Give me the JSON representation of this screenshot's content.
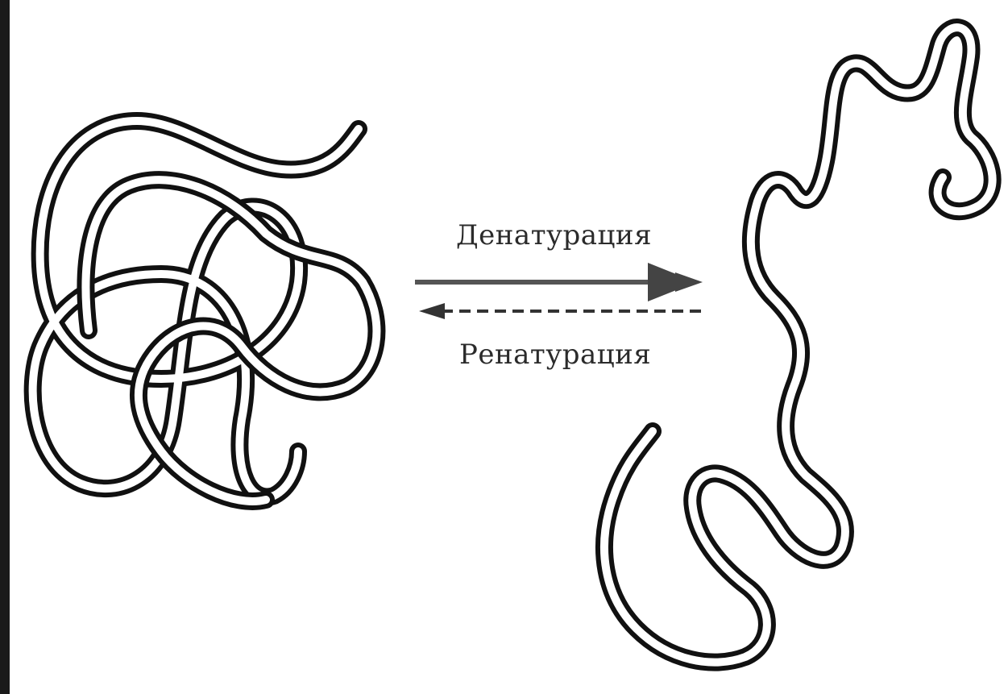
{
  "diagram": {
    "nodes": [
      {
        "id": "native-protein"
      },
      {
        "id": "denatured-protein"
      }
    ],
    "edges": [
      {
        "from": "native-protein",
        "to": "denatured-protein",
        "label": "Денатурация",
        "style": "solid"
      },
      {
        "from": "denatured-protein",
        "to": "native-protein",
        "label": "Ренатурация",
        "style": "dashed"
      }
    ]
  },
  "colors": {
    "strand": "#111111",
    "arrow": "#555555",
    "background": "#ffffff"
  }
}
